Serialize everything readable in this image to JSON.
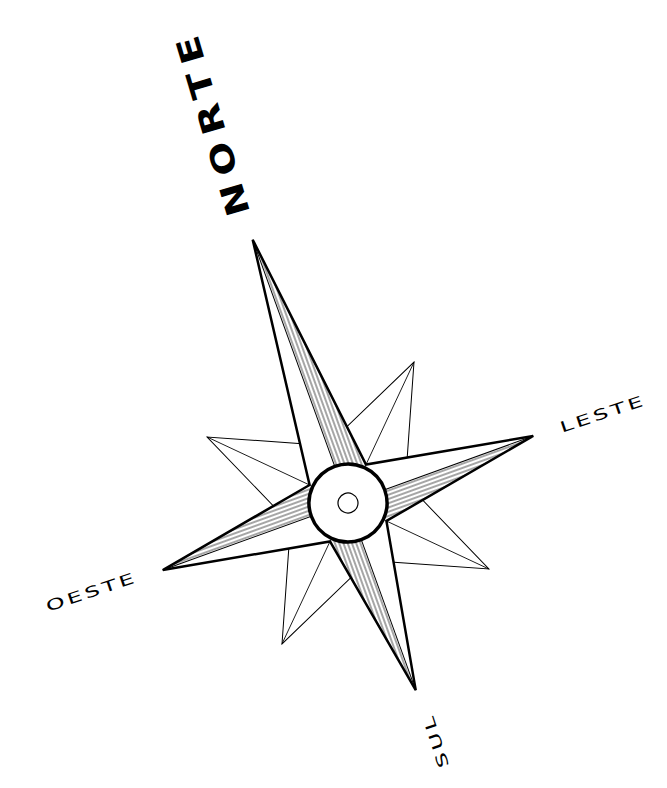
{
  "diagram": {
    "labels": [
      "NORTE",
      "LESTE",
      "SUL",
      "OESTE"
    ]
  }
}
